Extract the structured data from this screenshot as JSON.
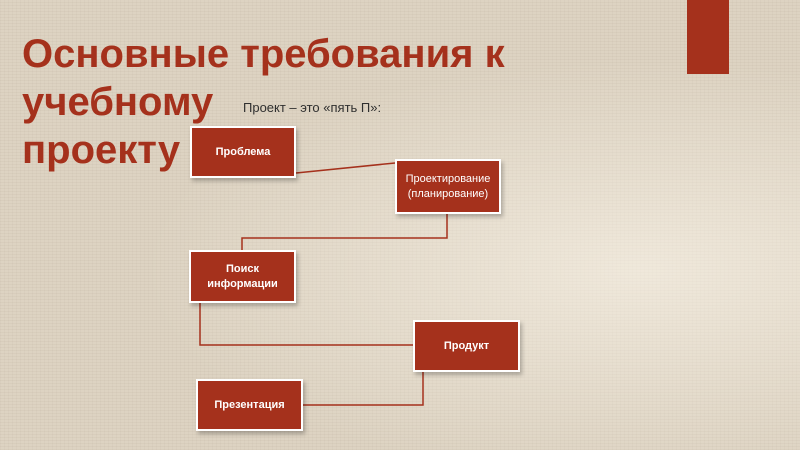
{
  "slide": {
    "title": "Основные требования к учебному\nпроекту",
    "subtitle": "Проект – это «пять П»:"
  },
  "diagram": {
    "nodes": [
      {
        "id": "problem",
        "label": "Проблема"
      },
      {
        "id": "design",
        "label": "Проектирование\n(планирование)"
      },
      {
        "id": "search",
        "label": "Поиск\nинформации"
      },
      {
        "id": "product",
        "label": "Продукт"
      },
      {
        "id": "presentation",
        "label": "Презентация"
      }
    ],
    "edges": [
      {
        "from": "problem",
        "to": "design"
      },
      {
        "from": "design",
        "to": "search"
      },
      {
        "from": "search",
        "to": "product"
      },
      {
        "from": "product",
        "to": "presentation"
      }
    ]
  },
  "colors": {
    "accent": "#a5311c",
    "background": "#ddd3c2",
    "box_text": "#ffffff"
  }
}
